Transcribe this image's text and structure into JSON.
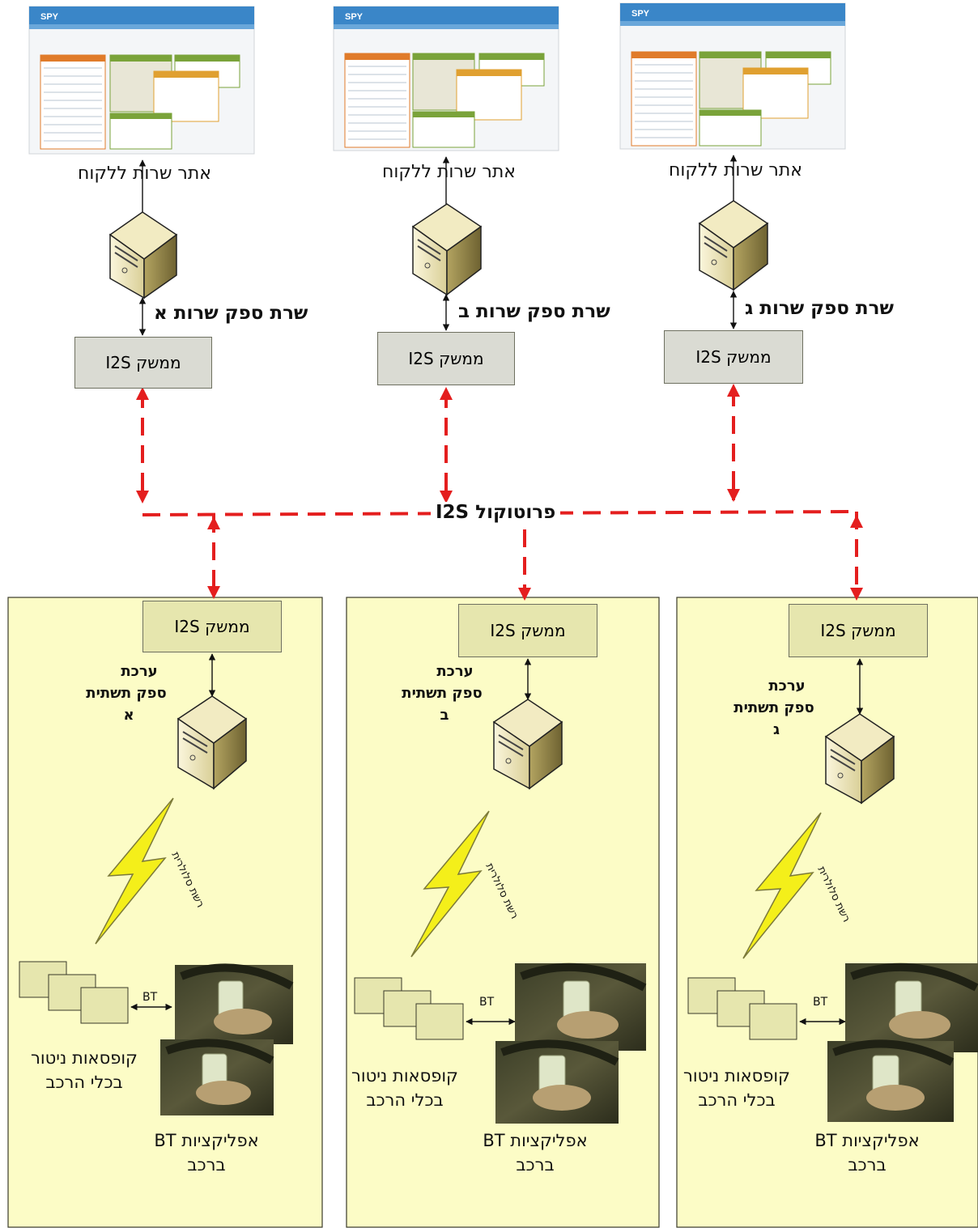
{
  "client_site_label": "אתר שרות ללקוח",
  "service_servers": [
    "שרת ספק שרות א",
    "שרת ספק שרות ב",
    "שרת ספק שרות ג"
  ],
  "i2s_interface_label": "ממשק I2S",
  "protocol_label": "פרוטוקול I2S",
  "infrastructure": [
    {
      "line1": "ערכת",
      "line2": "ספק תשתית",
      "line3": "א"
    },
    {
      "line1": "ערכת",
      "line2": "ספק תשתית",
      "line3": "ב"
    },
    {
      "line1": "ערכת",
      "line2": "ספק תשתית",
      "line3": "ג"
    }
  ],
  "cellular_label": "רשת סלולרית",
  "bt_label": "BT",
  "monitor_boxes": {
    "line1": "קופסאות ניטור",
    "line2": "בכלי הרכב"
  },
  "bt_apps": {
    "line1": "אפליקציות BT",
    "line2": "ברכב"
  },
  "screenshot_brand": "SPY",
  "colors": {
    "dashed_link": "#e41e1e",
    "zone_fill": "#fcfcc6",
    "i2s_box": "#dadbd3",
    "lightning": "#f4ef1a"
  }
}
